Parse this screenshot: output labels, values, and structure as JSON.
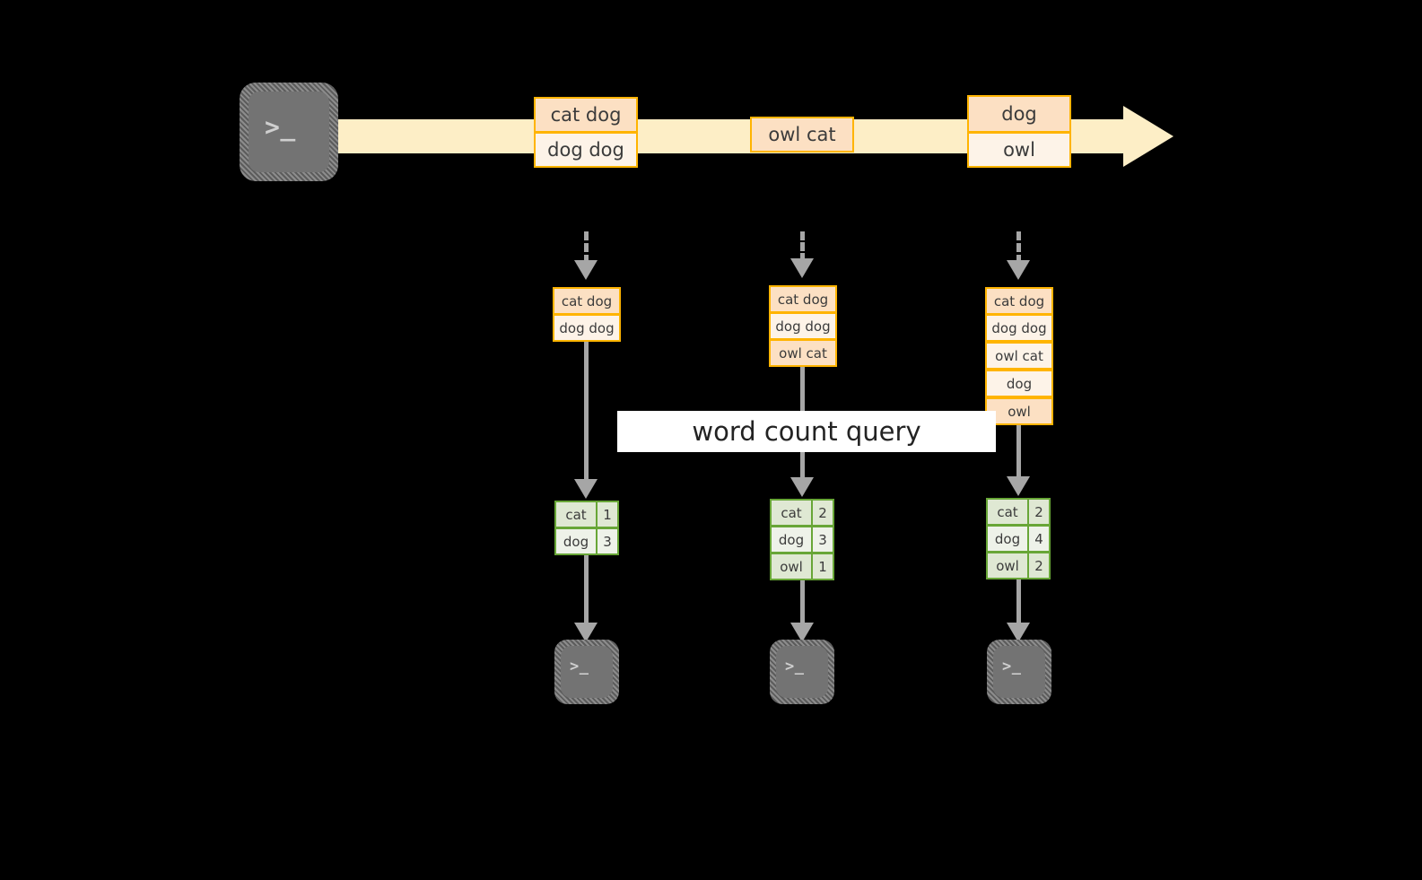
{
  "diagram": {
    "title": "word count streaming query diagram",
    "colors": {
      "background": "#000000",
      "stream_arrow": "#fdeec6",
      "record_border": "#ffb400",
      "record_fill_dark": "#fce0c3",
      "record_fill_light": "#fdf3e8",
      "result_border": "#68a637",
      "result_fill_dark": "#dfe8d3",
      "result_fill_light": "#eef2e9",
      "connector": "#a6a6a6",
      "terminal_fill": "#737373",
      "label_band": "#ffffff"
    }
  },
  "source": {
    "icon": "terminal-icon",
    "prompt": ">_"
  },
  "stream": {
    "arrow_icon": "right-arrow",
    "batches": [
      {
        "name": "batch-1",
        "lines": [
          {
            "text": "cat dog",
            "shade": "dark"
          },
          {
            "text": "dog dog",
            "shade": "light"
          }
        ]
      },
      {
        "name": "batch-2",
        "lines": [
          {
            "text": "owl cat",
            "shade": "dark"
          }
        ]
      },
      {
        "name": "batch-3",
        "lines": [
          {
            "text": "dog",
            "shade": "dark"
          },
          {
            "text": "owl",
            "shade": "light"
          }
        ]
      }
    ]
  },
  "query_label": "word count query",
  "triggers": [
    {
      "name": "trigger-1",
      "input_lines": [
        {
          "text": "cat dog",
          "shade": "dark"
        },
        {
          "text": "dog dog",
          "shade": "light"
        }
      ],
      "result_rows": [
        {
          "word": "cat",
          "count": "1",
          "shade": "dark"
        },
        {
          "word": "dog",
          "count": "3",
          "shade": "light"
        }
      ],
      "sink": {
        "icon": "terminal-icon",
        "prompt": ">_"
      }
    },
    {
      "name": "trigger-2",
      "input_lines": [
        {
          "text": "cat dog",
          "shade": "dark"
        },
        {
          "text": "dog dog",
          "shade": "light"
        },
        {
          "text": "owl cat",
          "shade": "dark"
        }
      ],
      "result_rows": [
        {
          "word": "cat",
          "count": "2",
          "shade": "dark"
        },
        {
          "word": "dog",
          "count": "3",
          "shade": "light"
        },
        {
          "word": "owl",
          "count": "1",
          "shade": "dark"
        }
      ],
      "sink": {
        "icon": "terminal-icon",
        "prompt": ">_"
      }
    },
    {
      "name": "trigger-3",
      "input_lines": [
        {
          "text": "cat dog",
          "shade": "dark"
        },
        {
          "text": "dog dog",
          "shade": "light"
        },
        {
          "text": "owl cat",
          "shade": "light"
        },
        {
          "text": "dog",
          "shade": "light"
        },
        {
          "text": "owl",
          "shade": "dark"
        }
      ],
      "result_rows": [
        {
          "word": "cat",
          "count": "2",
          "shade": "dark"
        },
        {
          "word": "dog",
          "count": "4",
          "shade": "light"
        },
        {
          "word": "owl",
          "count": "2",
          "shade": "dark"
        }
      ],
      "sink": {
        "icon": "terminal-icon",
        "prompt": ">_"
      }
    }
  ]
}
